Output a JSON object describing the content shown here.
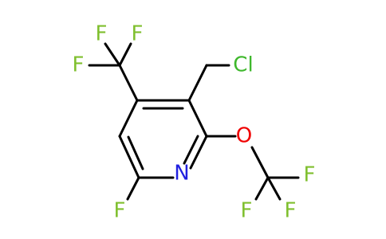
{
  "molecule": {
    "atoms": {
      "cf3_f1": "F",
      "cf3_f2": "F",
      "cf3_f3": "F",
      "chlorine": "Cl",
      "oxygen": "O",
      "nitrogen": "N",
      "ring_f": "F",
      "ocf3_f1": "F",
      "ocf3_f2": "F",
      "ocf3_f3": "F"
    },
    "colors": {
      "fluorine": "#7fbf2e",
      "chlorine": "#3fb82d",
      "oxygen": "#f00000",
      "nitrogen": "#2020e0",
      "bond": "#000000"
    }
  }
}
